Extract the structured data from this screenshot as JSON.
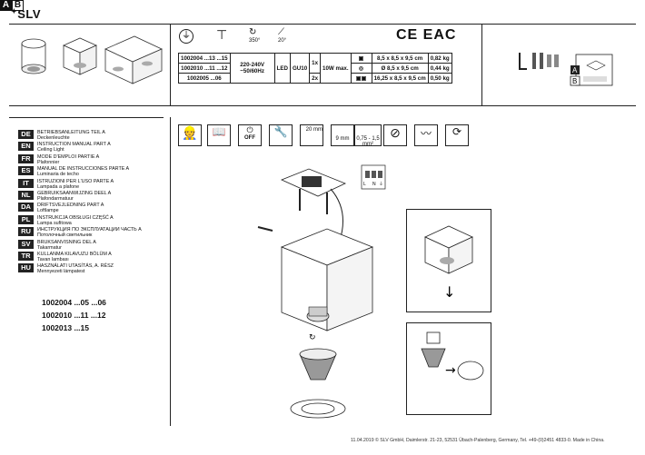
{
  "header": {
    "brand": "SLV",
    "badge_a": "A",
    "badge_b": "B"
  },
  "specs": {
    "icon_labels": {
      "angle": "350°",
      "tilt": "20°"
    },
    "rows": [
      {
        "code": "1002004 ...13 ...15",
        "count": "1x",
        "dims": "8,5 x 8,5 x 9,5 cm",
        "weight": "0,82 kg"
      },
      {
        "code": "1002010 ...11 ...12",
        "count": "",
        "dims": "Ø 8,5 x 9,5 cm",
        "weight": "0,44 kg"
      },
      {
        "code": "1002005 ...06",
        "count": "2x",
        "dims": "16,25 x 8,5 x 9,5 cm",
        "weight": "0,50 kg"
      }
    ],
    "voltage": "220-240V ~50/60Hz",
    "led": "LED",
    "socket": "GU10",
    "power": "10W max.",
    "certs": "CE  EAC"
  },
  "install_icons": {
    "off": "OFF",
    "depth": "20 mm",
    "strip": "9 mm",
    "cable": "0,75 - 1,5 mm²"
  },
  "languages": [
    {
      "code": "DE",
      "title": "BETRIEBSANLEITUNG TEIL A",
      "sub": "Deckenleuchte"
    },
    {
      "code": "EN",
      "title": "INSTRUCTION MANUAL PART A",
      "sub": "Ceiling Light"
    },
    {
      "code": "FR",
      "title": "MODE D'EMPLOI PARTIE A",
      "sub": "Plafonnier"
    },
    {
      "code": "ES",
      "title": "MANUAL DE INSTRUCCIONES PARTE A",
      "sub": "Luminaria de techo"
    },
    {
      "code": "IT",
      "title": "ISTRUZIONI PER L'USO PARTE A",
      "sub": "Lampada a plafone"
    },
    {
      "code": "NL",
      "title": "GEBRUIKSAANWIJZING DEEL A",
      "sub": "Plafondarmatuur"
    },
    {
      "code": "DA",
      "title": "DRIFTSVEJLEDNING PART A",
      "sub": "Loftlampe"
    },
    {
      "code": "PL",
      "title": "INSTRUKCJA OBSŁUGI CZĘŚĆ A",
      "sub": "Lampa sufitowa"
    },
    {
      "code": "RU",
      "title": "ИНСТРУКЦИЯ ПО ЭКСПЛУАТАЦИИ ЧАСТЬ А",
      "sub": "Потолочный светильник"
    },
    {
      "code": "SV",
      "title": "BRUKSANVISNING DEL A",
      "sub": "Takarmatur"
    },
    {
      "code": "TR",
      "title": "KULLANMA KILAVUZU BÖLÜM A",
      "sub": "Tavan lambası"
    },
    {
      "code": "HU",
      "title": "HASZNÁLATI UTASÍTÁS, A. RÉSZ",
      "sub": "Mennyezeti lámpatest"
    }
  ],
  "models": [
    "1002004 ...05 ...06",
    "1002010 ...11 ...12",
    "1002013 ...15"
  ],
  "connect_labels": {
    "l": "L",
    "n": "N",
    "pe": "⏚"
  },
  "footer": "11.04.2019 © SLV GmbH, Daimlerstr. 21-23, 52531 Übach-Palenberg, Germany, Tel. +49-(0)2451 4833-0. Made in China."
}
